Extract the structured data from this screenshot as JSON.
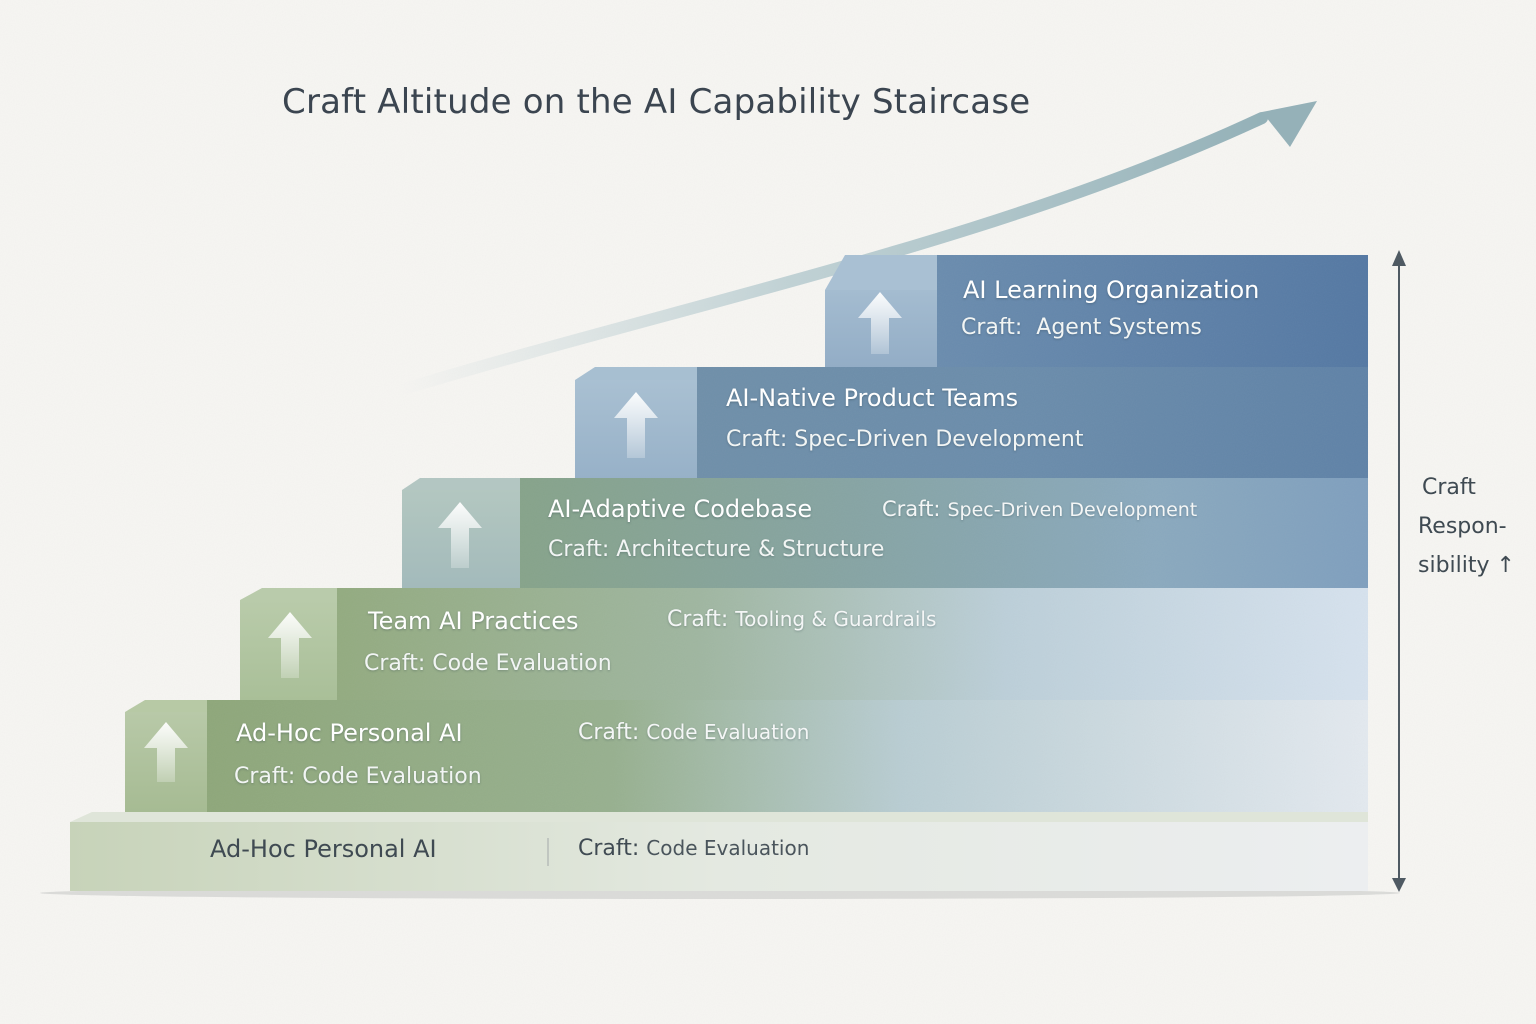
{
  "title": "Craft Altitude on the AI Capability Staircase",
  "axis": {
    "line1": "Craft",
    "line2": "Respon-",
    "line3": "sibility ↑"
  },
  "steps": [
    {
      "name": "Ad-Hoc Personal AI",
      "craft_key": "Craft:",
      "craft_value": "Code Evaluation"
    },
    {
      "name": "Ad-Hoc Personal AI",
      "craft_line": "Craft: Code Evaluation",
      "inline_key": "Craft:",
      "inline_value": "Code Evaluation"
    },
    {
      "name": "Team AI Practices",
      "craft_line": "Craft: Code Evaluation",
      "inline_key": "Craft:",
      "inline_value": "Tooling & Guardrails"
    },
    {
      "name": "AI-Adaptive Codebase",
      "craft_line": "Craft: Architecture & Structure",
      "inline_key": "Craft:",
      "inline_value": "Spec-Driven Development"
    },
    {
      "name": "AI-Native Product Teams",
      "craft_line": "Craft: Spec-Driven Development"
    },
    {
      "name": "AI Learning Organization",
      "craft_line": "Craft:  Agent Systems"
    }
  ],
  "colors": {
    "background": "#f6f5f2",
    "green": "#8fa87a",
    "teal": "#7fa0a0",
    "blue": "#5b82a8",
    "arrow": "#9fb9bf",
    "axis": "#4f5a63",
    "title": "#3b4550"
  },
  "icons": [
    "up-arrow-icon",
    "trend-arrow-icon",
    "axis-arrow-icon"
  ]
}
